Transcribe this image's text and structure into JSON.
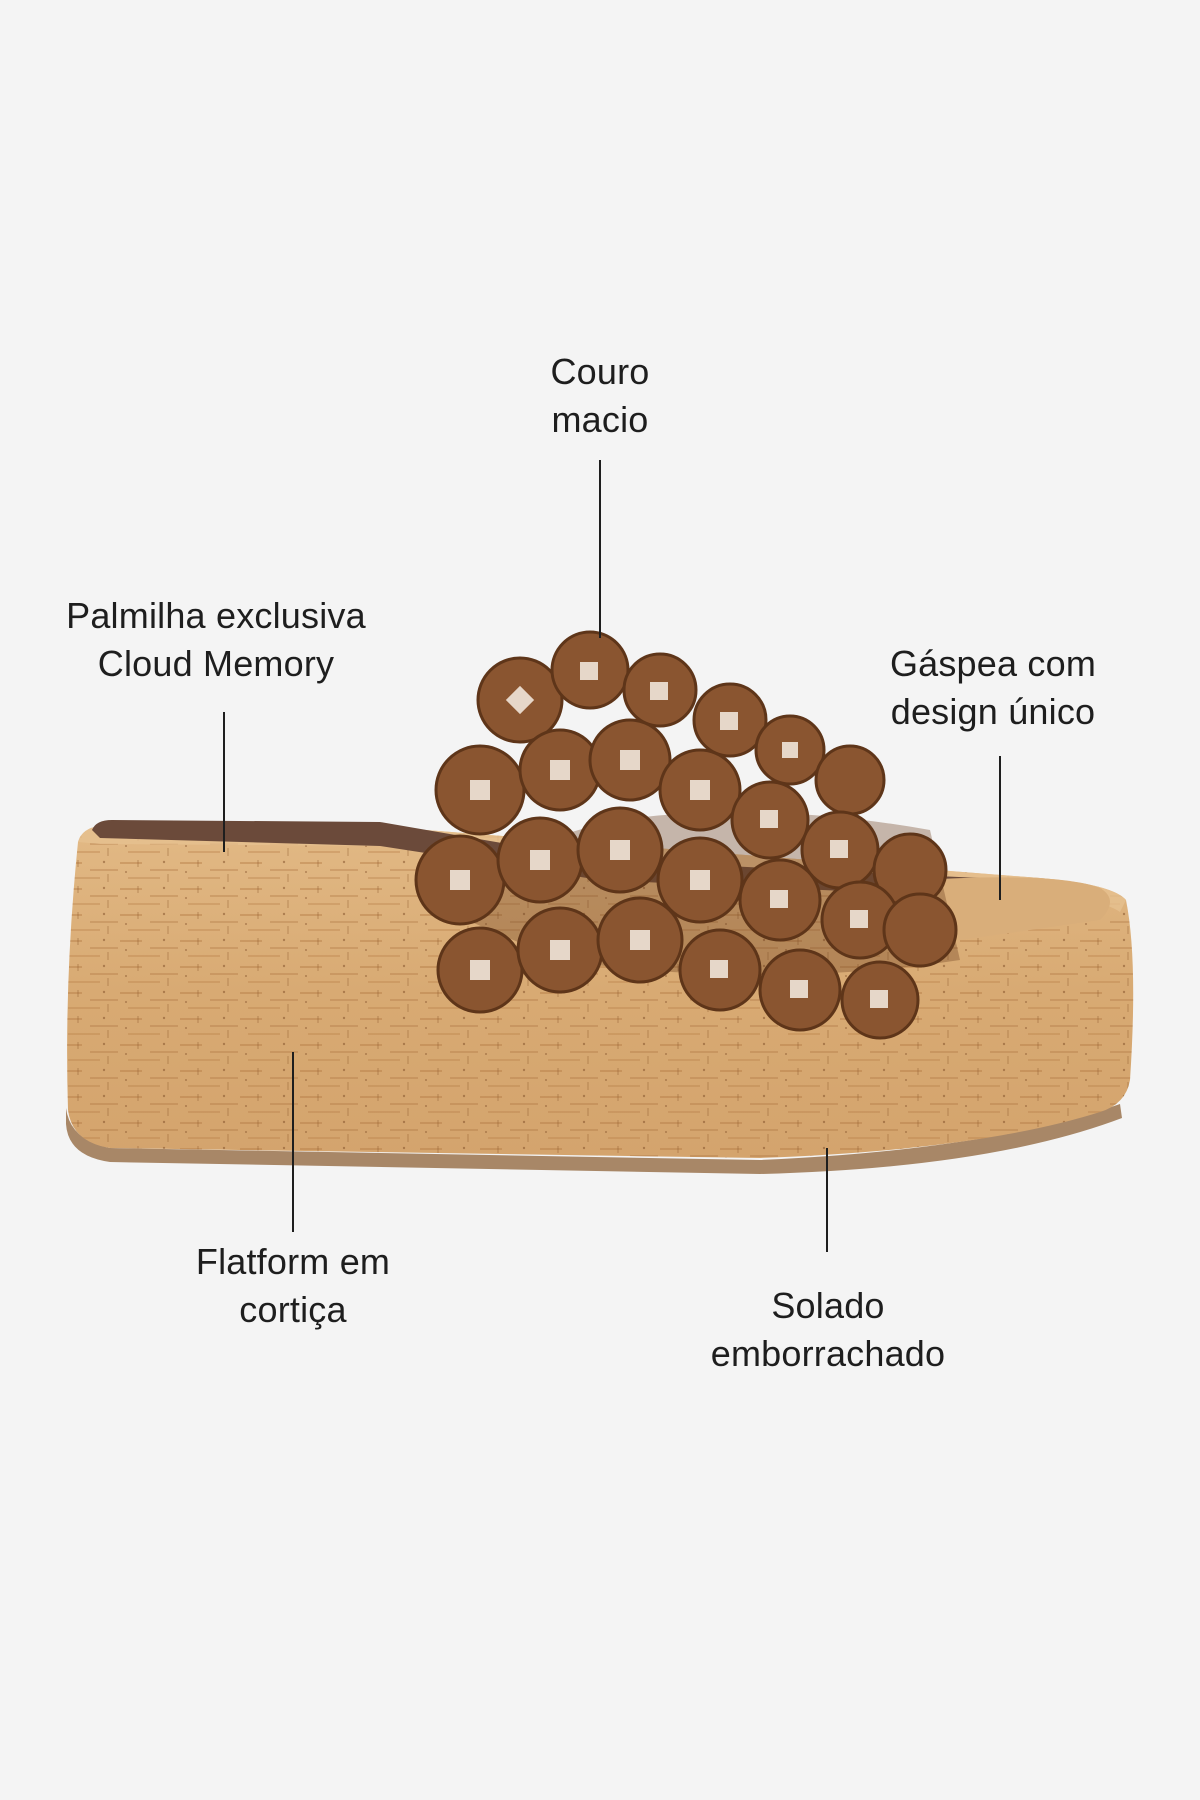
{
  "callouts": {
    "couro": {
      "line1": "Couro",
      "line2": "macio"
    },
    "palmilha": {
      "line1": "Palmilha exclusiva",
      "line2": "Cloud Memory"
    },
    "gaspea": {
      "line1": "Gáspea com",
      "line2": "design único"
    },
    "flatform": {
      "line1": "Flatform em",
      "line2": "cortiça"
    },
    "solado": {
      "line1": "Solado",
      "line2": "emborrachado"
    }
  },
  "colors": {
    "background": "#f4f4f4",
    "text": "#1e1e1e",
    "suede": "#8a5530",
    "suede_dark": "#5e3519",
    "cork": "#d9ad78",
    "cork_dark": "#b98650",
    "outsole": "#a88767",
    "insole": "#6b4a3a"
  }
}
